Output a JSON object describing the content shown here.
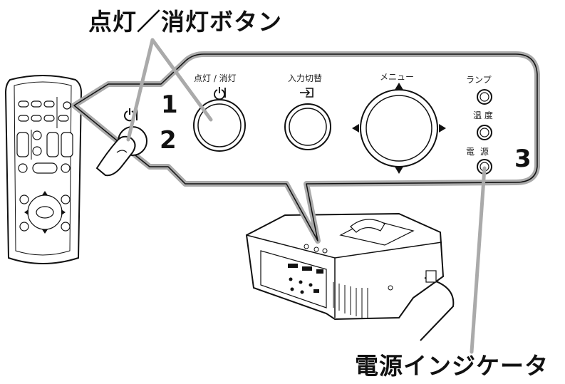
{
  "labels": {
    "title_power_button": "点灯／消灯ボタン",
    "title_power_indicator": "電源インジケータ",
    "step_1": "1",
    "step_2": "2",
    "step_3": "3"
  },
  "control_panel": {
    "onoff_label": "点灯 / 消灯",
    "input_label": "入力切替",
    "menu_label": "メニュー",
    "lamp_label": "ランプ",
    "temp_label": "温 度",
    "power_label": "電 源"
  },
  "icons": {
    "power_symbol": "power-icon",
    "input_symbol": "input-switch-icon"
  },
  "colors": {
    "callout_gray": "#aaaaaa",
    "outline": "#111111",
    "background": "#ffffff"
  }
}
